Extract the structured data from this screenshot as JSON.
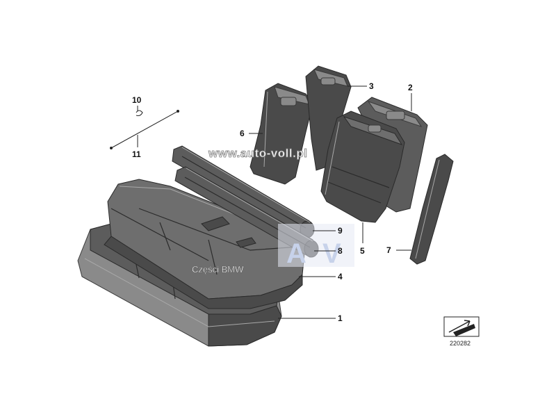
{
  "callouts": {
    "c1": "1",
    "c2": "2",
    "c3": "3",
    "c4": "4",
    "c5": "5",
    "c6": "6",
    "c7": "7",
    "c8": "8",
    "c9": "9",
    "c10": "10",
    "c11": "11"
  },
  "watermark": {
    "url": "www.auto-voll.pl",
    "caption": "Części BMW",
    "logo_left": "A",
    "logo_right": "V"
  },
  "reference_number": "220282",
  "colors": {
    "upholstery": "#4a4a4a",
    "logo": "#c7d2ea"
  },
  "icons": {
    "legend": "arrow-frame-icon"
  }
}
